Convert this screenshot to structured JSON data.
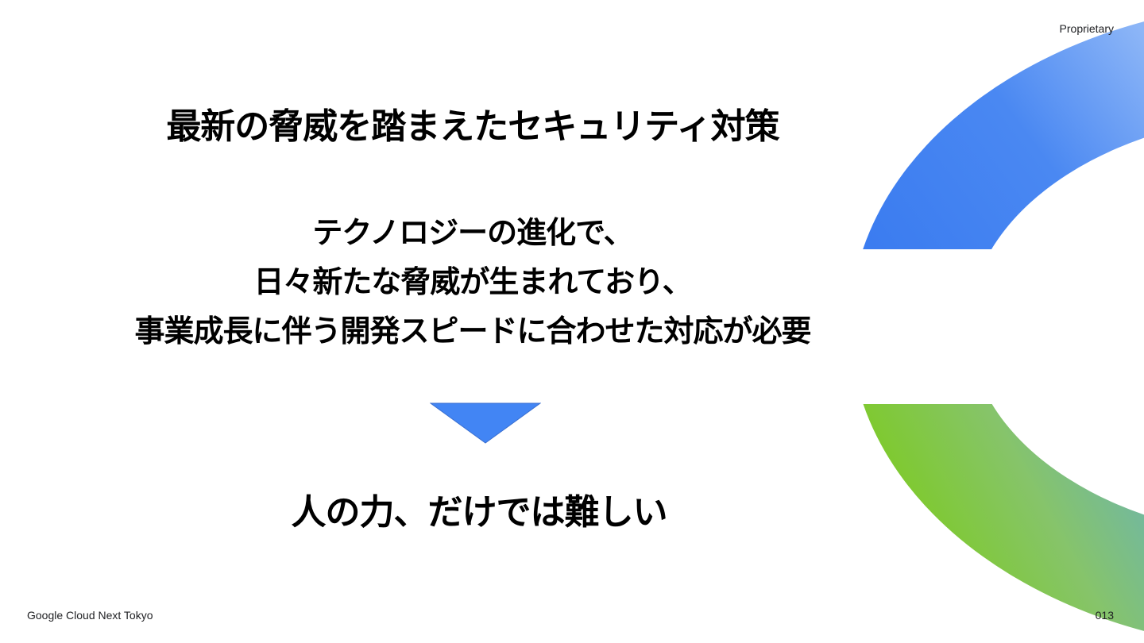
{
  "header": {
    "proprietary": "Proprietary"
  },
  "slide": {
    "title": "最新の脅威を踏まえたセキュリティ対策",
    "body_lines": [
      "テクノロジーの進化で、",
      "日々新たな脅威が生まれており、",
      "事業成長に伴う開発スピードに合わせた対応が必要"
    ],
    "conclusion": "人の力、だけでは難しい"
  },
  "footer": {
    "event": "Google Cloud Next Tokyo",
    "page_number": "013"
  },
  "colors": {
    "arrow": "#4285F4",
    "ring_blue": "#4285F4",
    "ring_light_blue": "#8AB4F8",
    "ring_green": "#7CCB1E",
    "ring_teal": "#6FB8A8"
  },
  "icons": {
    "arrow": "down-triangle-arrow-icon"
  }
}
